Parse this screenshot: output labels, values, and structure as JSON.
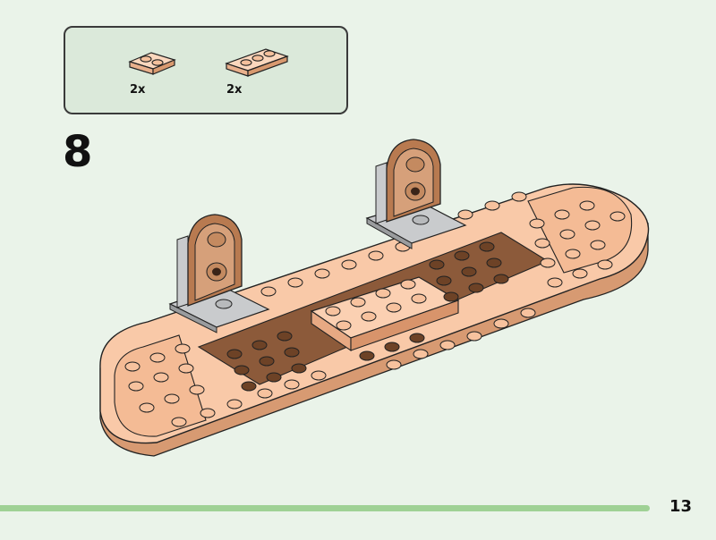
{
  "parts_list": {
    "items": [
      {
        "part": "plate-1x2",
        "color": "#f7c5a3",
        "quantity": "2x"
      },
      {
        "part": "plate-1x3",
        "color": "#f7c5a3",
        "quantity": "2x"
      }
    ]
  },
  "step": {
    "number": "8"
  },
  "page": {
    "number": "13"
  },
  "colors": {
    "background": "#eaf3e9",
    "parts_box": "#dbe9da",
    "light_nougat": "#f7c5a3",
    "medium_nougat": "#b06f3f",
    "dark_brown": "#6d4226",
    "light_gray": "#a7aaac",
    "progress_bar": "#9fd195"
  }
}
